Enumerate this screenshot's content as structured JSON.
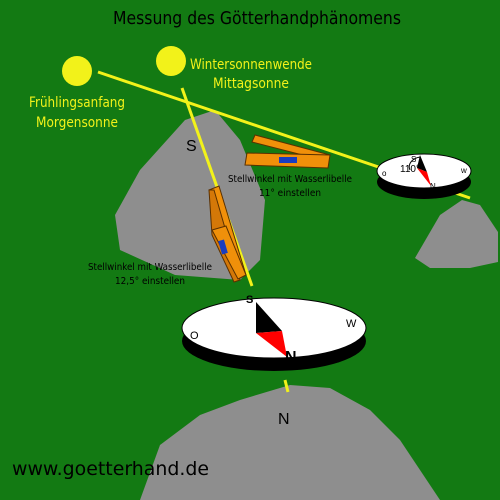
{
  "diagram": {
    "title": "Messung des Götterhandphänomens",
    "sun_winter_label": [
      "Wintersonnenwende",
      "Mittagsonne"
    ],
    "sun_spring_label": [
      "Frühlingsanfang",
      "Morgensonne"
    ],
    "south_letter": "S",
    "north_letter": "N",
    "level_upper_label": [
      "Stellwinkel mit Wasserlibelle",
      "11° einstellen"
    ],
    "level_lower_label": [
      "Stellwinkel mit Wasserlibelle",
      "12,5° einstellen"
    ],
    "small_compass": {
      "angle": "110°",
      "s": "S",
      "n": "N",
      "o": "o",
      "w": "w"
    },
    "big_compass": {
      "s": "S",
      "n": "N",
      "o": "O",
      "w": "W"
    },
    "website": "www.goetterhand.de"
  },
  "colors": {
    "background": "#137a13",
    "rock": "#8e8e8e",
    "sun": "#f2f21a",
    "sun_line": "#f2f21a",
    "level_tool": "#f0900a",
    "compass_face": "#ffffff",
    "needle_red": "#ff0000",
    "needle_black": "#000000",
    "label_yellow": "#f2f21a",
    "text_dark": "#000000"
  }
}
